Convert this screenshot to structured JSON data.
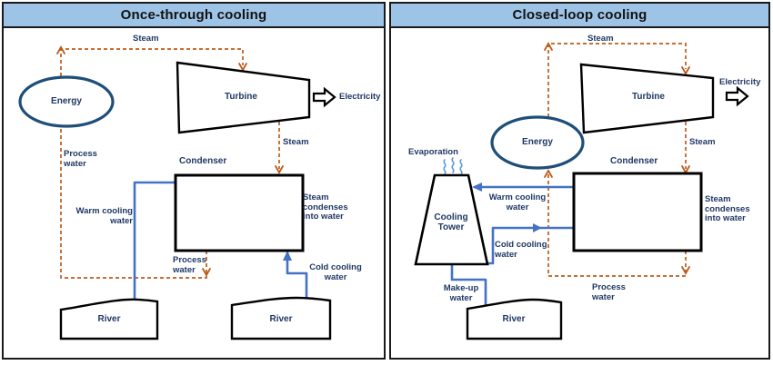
{
  "left": {
    "title": "Once-through cooling",
    "energy": "Energy",
    "steam_top": "Steam",
    "turbine": "Turbine",
    "electricity": "Electricity",
    "steam_down": "Steam",
    "condenser": "Condenser",
    "condense_line1": "Steam",
    "condense_line2": "condenses",
    "condense_line3": "into water",
    "process_top_line1": "Process",
    "process_top_line2": "water",
    "process_bottom_line1": "Process",
    "process_bottom_line2": "water",
    "warm_line1": "Warm cooling",
    "warm_line2": "water",
    "cold_line1": "Cold cooling",
    "cold_line2": "water",
    "river_outflow": "River",
    "river_intake": "River"
  },
  "right": {
    "title": "Closed-loop cooling",
    "energy": "Energy",
    "steam_top": "Steam",
    "turbine": "Turbine",
    "electricity": "Electricity",
    "steam_down": "Steam",
    "condenser": "Condenser",
    "condense_line1": "Steam",
    "condense_line2": "condenses",
    "condense_line3": "into water",
    "evaporation": "Evaporation",
    "tower_line1": "Cooling",
    "tower_line2": "Tower",
    "warm_line1": "Warm cooling",
    "warm_line2": "water",
    "cold_line1": "Cold cooling",
    "cold_line2": "water",
    "makeup_line1": "Make-up",
    "makeup_line2": "water",
    "process_line1": "Process",
    "process_line2": "water",
    "river": "River"
  },
  "colors": {
    "header_bg": "#9DC3E6",
    "steam_line": "#BE5B17",
    "water_line": "#4472C4",
    "label_text": "#1F3864",
    "shape_stroke": "#000000",
    "energy_stroke": "#1F4E79",
    "evaporation_wave": "#5B9BD5"
  }
}
